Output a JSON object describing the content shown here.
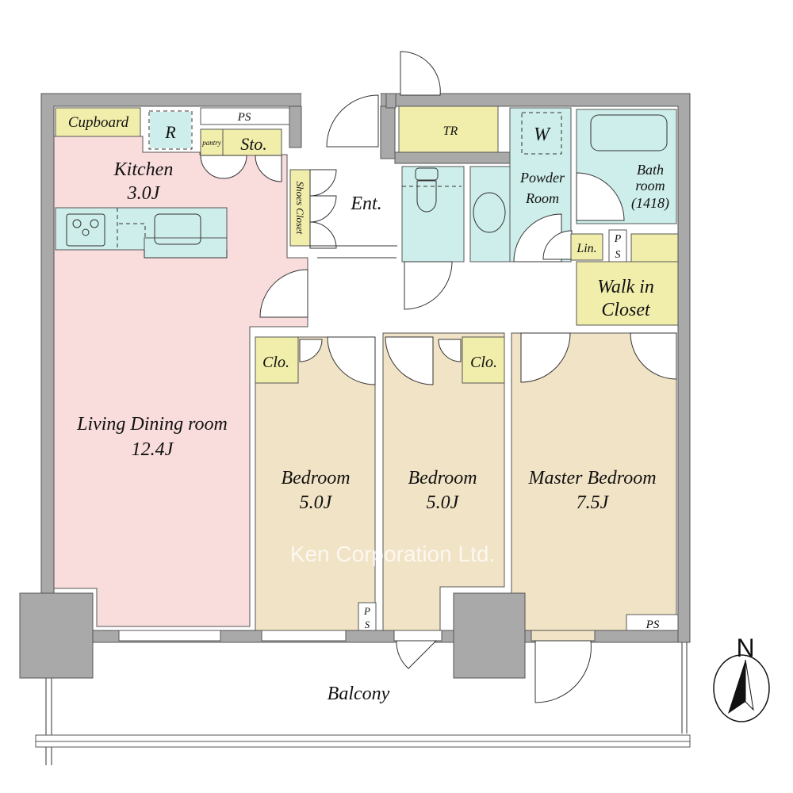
{
  "colors": {
    "wall": "#a9a9a9",
    "living": "#f9dcdc",
    "bedroom": "#f1e3c5",
    "storage": "#f1eeab",
    "wet": "#cdeeea"
  },
  "rooms": {
    "cupboard": "Cupboard",
    "refrigerator": "R",
    "ps_top": "PS",
    "pantry": "pantry",
    "storage": "Sto.",
    "kitchen": "Kitchen",
    "kitchen_size": "3.0J",
    "shoes_closet": "Shoes Closet",
    "entrance": "Ent.",
    "trunk_room": "TR",
    "washer": "W",
    "powder_room_1": "Powder",
    "powder_room_2": "Room",
    "bath_1": "Bath",
    "bath_2": "room",
    "bath_3": "(1418)",
    "linen": "Lin.",
    "ps_mid_1": "P",
    "ps_mid_2": "S",
    "walk_in_1": "Walk in",
    "walk_in_2": "Closet",
    "closet_1": "Clo.",
    "closet_2": "Clo.",
    "living_1": "Living Dining room",
    "living_size": "12.4J",
    "bedroom1": "Bedroom",
    "bedroom1_size": "5.0J",
    "bedroom2": "Bedroom",
    "bedroom2_size": "5.0J",
    "master": "Master Bedroom",
    "master_size": "7.5J",
    "ps_bed_1": "P",
    "ps_bed_2": "S",
    "ps_master": "PS",
    "balcony": "Balcony"
  },
  "watermark": "Ken Corporation Ltd.",
  "compass": "N"
}
